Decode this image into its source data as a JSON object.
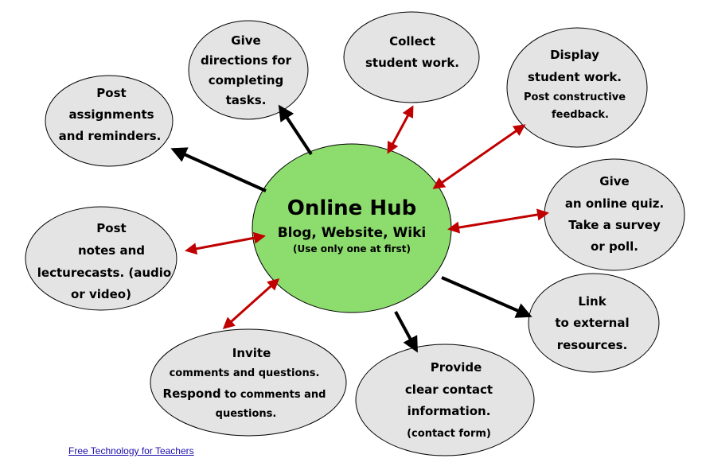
{
  "colors": {
    "bubble_fill": "#e4e4e4",
    "hub_fill": "#8ddc6e",
    "black_arrow": "#000000",
    "red_arrow": "#c00000"
  },
  "hub": {
    "title": "Online Hub",
    "subtitle": "Blog, Website, Wiki",
    "note": "(Use only one at first)"
  },
  "nodes": {
    "post_assignments": [
      "Post",
      "assignments",
      "and reminders."
    ],
    "give_directions": [
      "Give",
      "directions for",
      "completing",
      "tasks."
    ],
    "collect_work": [
      "Collect",
      "student work."
    ],
    "display_work": [
      "Display",
      "student work.",
      "Post constructive",
      "feedback."
    ],
    "online_quiz": [
      "Give",
      "an online quiz.",
      "Take a survey",
      "or poll."
    ],
    "post_notes": [
      "Post",
      "notes and",
      "lecturecasts. (audio",
      "or video)"
    ],
    "external_links": [
      "Link",
      "to external",
      "resources."
    ],
    "invite_comments": {
      "l1": "Invite",
      "l2": "comments and questions.",
      "l3a": "Respond",
      "l3b": " to comments and",
      "l4": "questions."
    },
    "contact_info": [
      "Provide",
      "clear contact",
      "information.",
      "(contact form)"
    ]
  },
  "footer": {
    "link_text": "Free Technology for Teachers"
  }
}
